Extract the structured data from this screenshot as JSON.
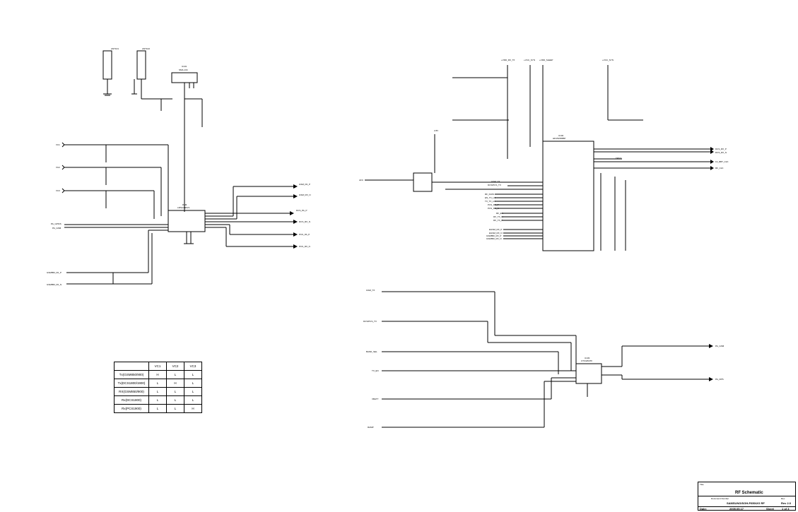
{
  "schematic": {
    "connectors": {
      "pa_ctrl_left": [
        "VC1",
        "VC2",
        "VC3"
      ],
      "left_ports": [
        "PA_GPS/S",
        "PA_GSM",
        "GSM850_PA_P",
        "GSM850_PA_N"
      ],
      "pam_outputs": [
        "DCS_PA_P",
        "DCS_RX_N",
        "PCS_PA_P",
        "PCS_RX_N",
        "GSM_PA_P",
        "GSM_RX_N"
      ],
      "pam_labels": [
        "PAM",
        "LMSA49RV1"
      ],
      "bb_inputs": [
        "AFC",
        "DCS/PCS_TX",
        "GSM_TX",
        "RF_DATA",
        "EN_TX_LO",
        "TX_TX_LO",
        "PCS_RX_P",
        "PCS_RX_N",
        "RF_EN",
        "RX_TX_N",
        "RX_TX_P",
        "EGSM_RX_P",
        "EGSM_RX_N",
        "GSM850_RX_P",
        "GSM850_RX_N"
      ],
      "bb_outputs": [
        "DCS_RX_P",
        "DCS_RX_N",
        "TP101",
        "13_RBT_CLK",
        "RF_CLK"
      ],
      "supplies": [
        "2.8V",
        "+VDD_RX_TX",
        "+VCC_SYN",
        "+VDD_SLEEP"
      ],
      "transceiver_name": "U102",
      "transceiver_part": "HD151565BP",
      "lower_inputs": [
        "GSM_TX",
        "DCS/PCS_TX",
        "BAND_SEL",
        "TX_EN",
        "VBATT",
        "RAMP"
      ],
      "lower_outputs": [
        "PA_GSM",
        "PA_DPS"
      ],
      "pa_module_name": "U103",
      "pa_module_part": "CTF4454TF",
      "top_left_labels": [
        "ANT101",
        "ANT102",
        "U101",
        "SMA-134"
      ]
    },
    "truth_table": {
      "header": [
        "",
        "VC1",
        "VC2",
        "VC3"
      ],
      "rows": [
        [
          "Tx(GSM850/900)",
          "H",
          "L",
          "L"
        ],
        [
          "Tx(DCS1800/1900)",
          "L",
          "H",
          "L"
        ],
        [
          "RX(GSM850/900)",
          "L",
          "L",
          "L"
        ],
        [
          "Rx(DCS1800)",
          "L",
          "L",
          "L"
        ],
        [
          "Rx(PCS1900)",
          "L",
          "L",
          "H"
        ]
      ]
    },
    "title_block": {
      "title_label": "Title",
      "title": "RF Schematic",
      "doc_label": "Document Number",
      "doc_number": "SAMSUNG/SGH-P850/2G RF",
      "rev_label": "Rev",
      "rev": "Rev 2.0",
      "date_label": "Date:",
      "date": "2005.05.17",
      "sheet_label": "Sheet",
      "sheet": "1 of 3"
    }
  }
}
